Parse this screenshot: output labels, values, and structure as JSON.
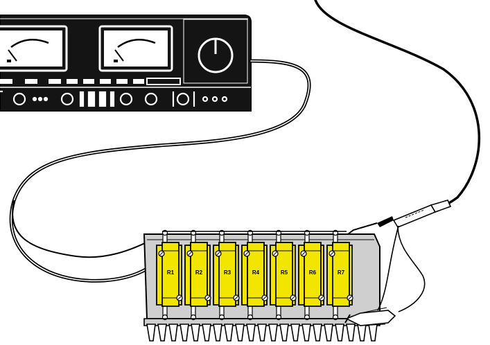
{
  "colors": {
    "resistor": "#f2e500",
    "heatsink": "#cfcfcf",
    "outline": "#000000",
    "panel": "#141414",
    "background": "#ffffff"
  },
  "amplifier": {
    "meters": [
      "left-vu-meter",
      "right-vu-meter"
    ],
    "power_icon": "power-knob-icon"
  },
  "load_bank": {
    "resistors": [
      {
        "label": "R1"
      },
      {
        "label": "R2"
      },
      {
        "label": "R3"
      },
      {
        "label": "R4"
      },
      {
        "label": "R5"
      },
      {
        "label": "R6"
      },
      {
        "label": "R7"
      }
    ]
  },
  "probe": {
    "icon": "oscilloscope-probe-icon",
    "clip_icon": "crocodile-clip-icon"
  }
}
